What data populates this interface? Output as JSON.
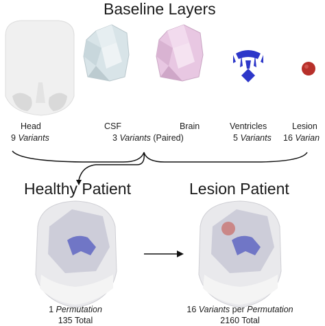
{
  "title": "Baseline Layers",
  "layers": [
    {
      "name": "Head",
      "count": "9",
      "variants_word": "Variants",
      "suffix": ""
    },
    {
      "name": "CSF",
      "count": "3",
      "variants_word": "Variants",
      "suffix": "(Paired)"
    },
    {
      "name": "Brain",
      "count": "",
      "variants_word": "",
      "suffix": ""
    },
    {
      "name": "Ventricles",
      "count": "5",
      "variants_word": "Variants",
      "suffix": ""
    },
    {
      "name": "Lesion",
      "count": "16",
      "variants_word": "Varian",
      "suffix": ""
    }
  ],
  "healthy": {
    "title": "Healthy Patient",
    "line1_count": "1",
    "line1_word": "Permutation",
    "line2": "135 Total"
  },
  "lesion": {
    "title": "Lesion Patient",
    "line1_prefix": "16",
    "line1_word1": "Variants",
    "line1_mid": "per",
    "line1_word2": "Permutation",
    "line2": "2160 Total"
  },
  "colors": {
    "head": "#f1f1f1",
    "csf": "#d6e2e6",
    "brain": "#e7c6e0",
    "ventricles": "#2d37c9",
    "lesion": "#b7302a"
  }
}
